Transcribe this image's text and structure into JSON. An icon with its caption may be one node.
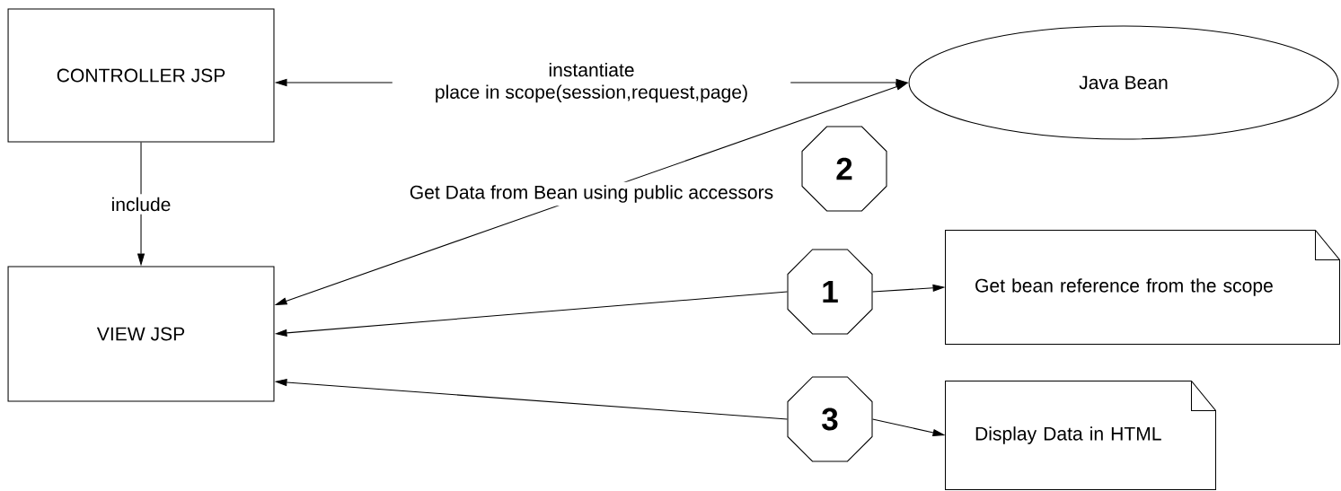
{
  "diagram": {
    "nodes": [
      {
        "text": [
          "CONTROLLER JSP"
        ]
      },
      {
        "text": [
          "Java Bean"
        ]
      },
      {
        "text": [
          "2"
        ]
      },
      {
        "text": [
          "VIEW JSP"
        ]
      },
      {
        "text": [
          "1"
        ]
      },
      {
        "text": [
          "Get bean reference from the scope"
        ]
      },
      {
        "text": [
          "3"
        ]
      },
      {
        "text": [
          "Display Data in HTML"
        ]
      }
    ],
    "edges": [
      {
        "from": 0,
        "to": 1,
        "arrow": "both",
        "label": "instantiate place in scope(session,request,page)"
      },
      {
        "from": 0,
        "to": 3,
        "arrow": "to",
        "label": "include"
      },
      {
        "from": 3,
        "to": 1,
        "arrow": "both",
        "label": "Get Data from Bean using public accessors"
      },
      {
        "from": 4,
        "to": 3,
        "arrow": "to"
      },
      {
        "from": 4,
        "to": 5,
        "arrow": "to"
      },
      {
        "from": 6,
        "to": 3,
        "arrow": "to"
      },
      {
        "from": 6,
        "to": 7,
        "arrow": "to"
      }
    ]
  }
}
